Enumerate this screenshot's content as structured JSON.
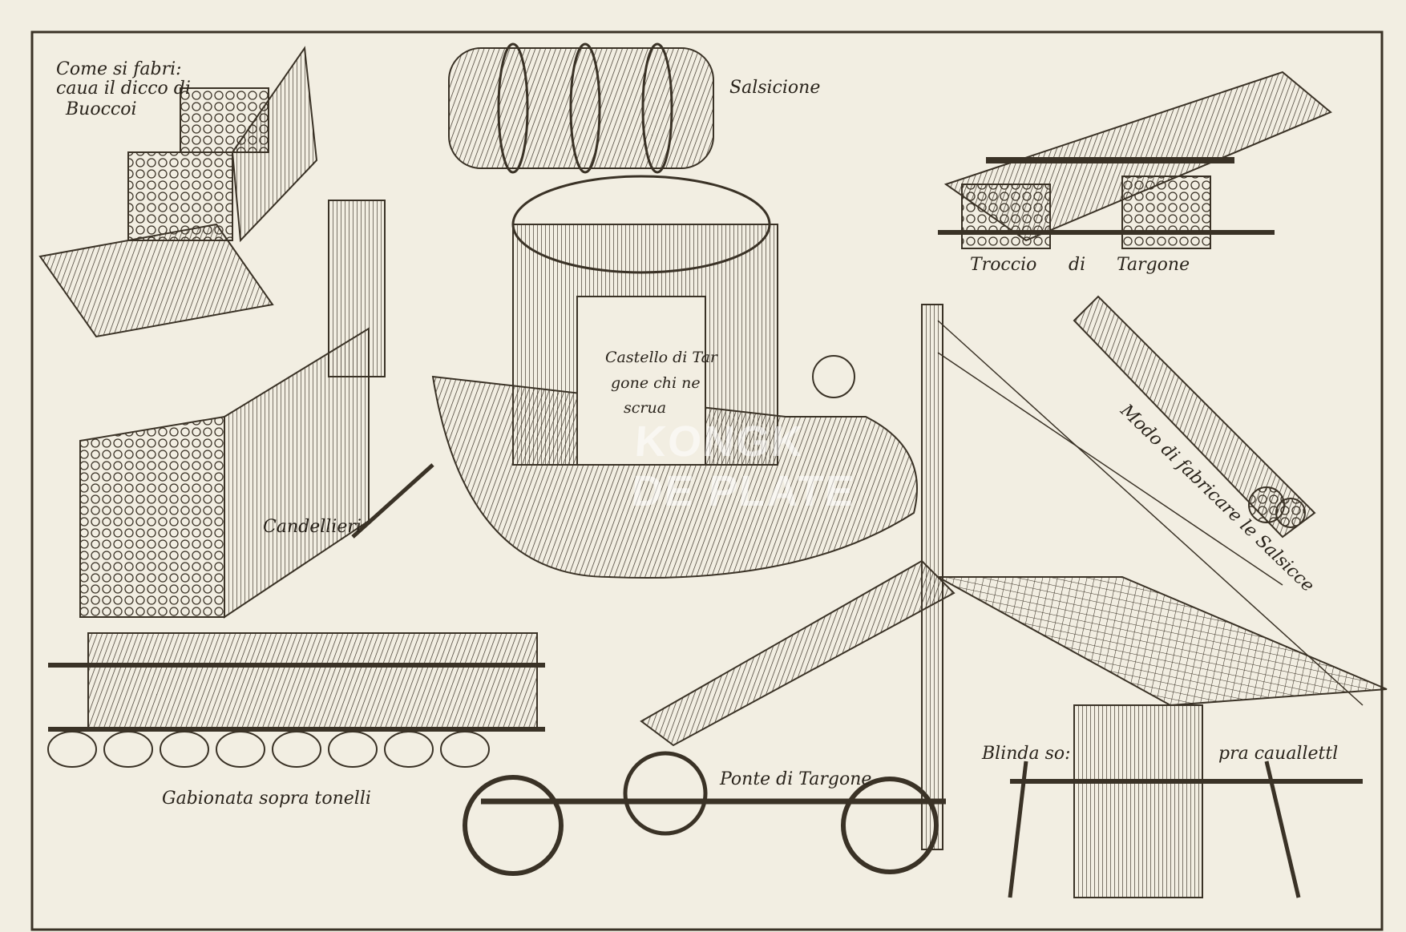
{
  "captions": {
    "dicco": "Come si fabri:",
    "dicco_2": "caua il dicco di",
    "dicco_3": "Buoccoi",
    "salsicione": "Salsicione",
    "troccio_1": "Troccio",
    "troccio_2": "di",
    "troccio_3": "Targone",
    "castello_1": "Castello di Tar",
    "castello_2": "gone chi ne",
    "castello_3": "scrua",
    "modo": "Modo di fabricare le Salsicce",
    "candellieri": "Candellieri",
    "gabionata": "Gabionata sopra tonelli",
    "ponte": "Ponte di Targone",
    "blinda_1": "Blinda so:",
    "blinda_2": "pra cauallettl"
  },
  "watermark": {
    "line1": "KONGK",
    "line2": "DE PLATE"
  },
  "colors": {
    "paper": "#f2eee2",
    "ink": "#2a241c",
    "border": "#3a3226"
  }
}
